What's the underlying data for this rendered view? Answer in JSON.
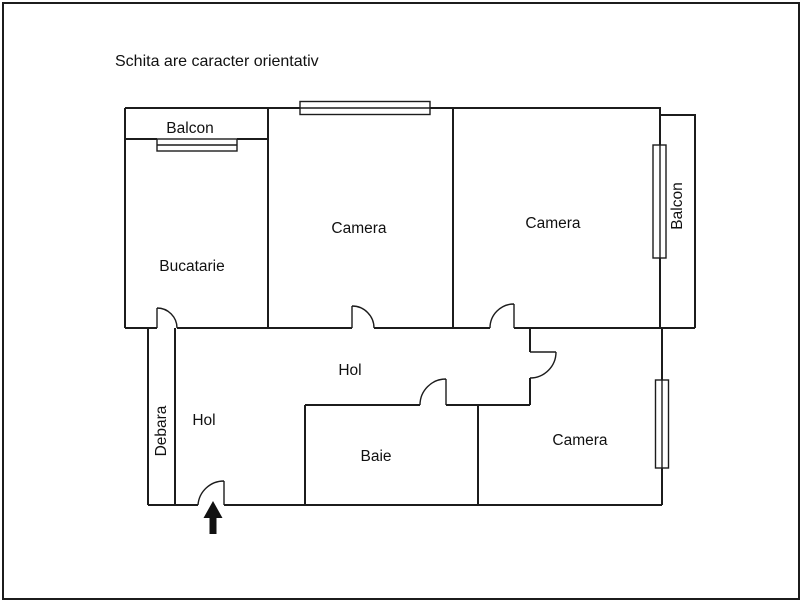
{
  "title": "Schita are caracter orientativ",
  "rooms": {
    "balcon_top": {
      "label": "Balcon"
    },
    "bucatarie": {
      "label": "Bucatarie"
    },
    "camera_top_middle": {
      "label": "Camera"
    },
    "camera_top_right": {
      "label": "Camera"
    },
    "balcon_right": {
      "label": "Balcon"
    },
    "hol_corridor": {
      "label": "Hol"
    },
    "hol_left": {
      "label": "Hol"
    },
    "debara": {
      "label": "Debara"
    },
    "baie": {
      "label": "Baie"
    },
    "camera_bottom_right": {
      "label": "Camera"
    }
  },
  "colors": {
    "wall": "#1c1c1c",
    "background": "#ffffff",
    "ink": "#111111"
  }
}
